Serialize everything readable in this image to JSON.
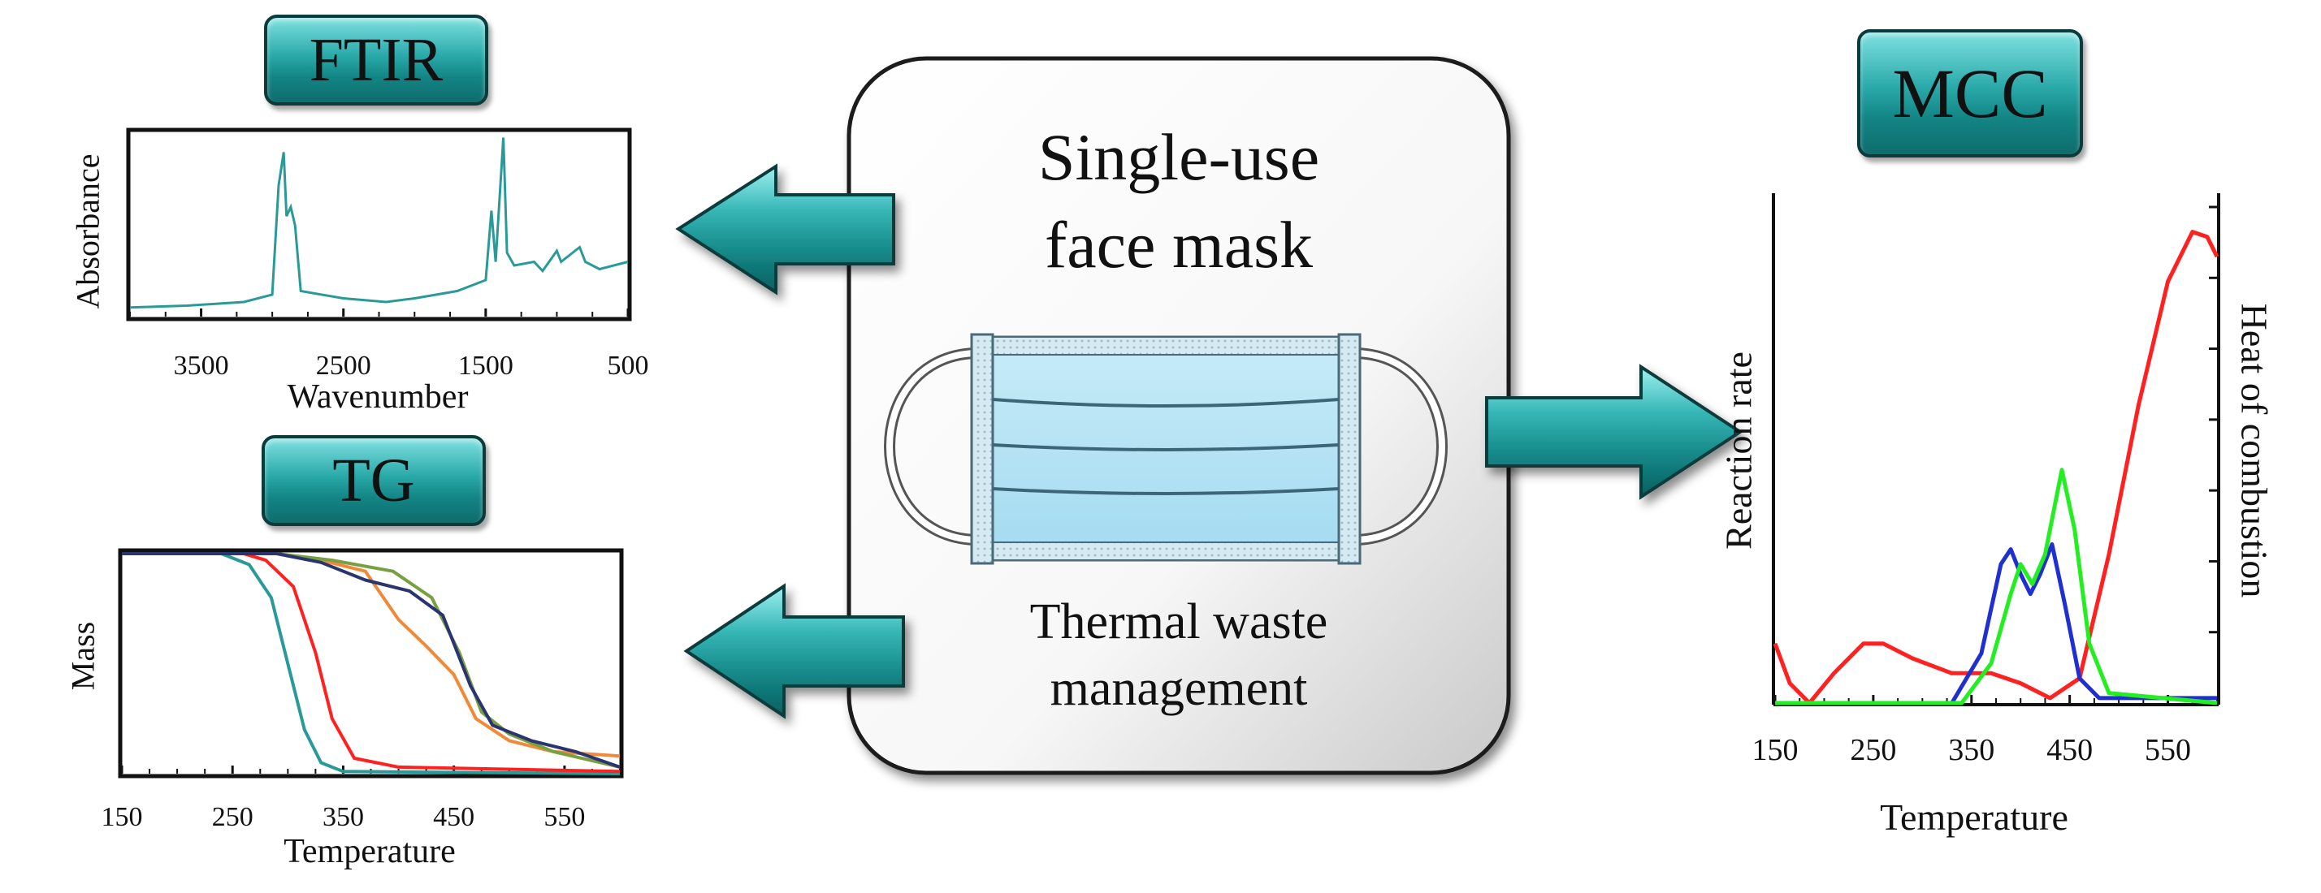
{
  "center": {
    "title_line1": "Single-use",
    "title_line2": "face mask",
    "subtitle_line1": "Thermal waste",
    "subtitle_line2": "management"
  },
  "panels": {
    "ftir": {
      "badge": "FTIR",
      "ylabel": "Absorbance",
      "xlabel": "Wavenumber",
      "ticks": [
        "3500",
        "2500",
        "1500",
        "500"
      ]
    },
    "tg": {
      "badge": "TG",
      "ylabel": "Mass",
      "xlabel": "Temperature",
      "ticks": [
        "150",
        "250",
        "350",
        "450",
        "550"
      ]
    },
    "mcc": {
      "badge": "MCC",
      "ylabel_left": "Reaction rate",
      "ylabel_right": "Heat of combustion",
      "xlabel": "Temperature",
      "ticks": [
        "150",
        "250",
        "350",
        "450",
        "550"
      ]
    }
  },
  "colors": {
    "teal": "#2a9a98",
    "red": "#ff2020",
    "blue": "#2030d0",
    "green": "#22ee22",
    "orange": "#f08a3a",
    "olive": "#78a040",
    "navy": "#2a3570",
    "badge_dark": "#0b3b3b"
  },
  "chart_data": [
    {
      "type": "line",
      "name": "FTIR",
      "xlabel": "Wavenumber",
      "ylabel": "Absorbance",
      "xlim": [
        4000,
        500
      ],
      "x_reversed": true,
      "xticks": [
        3500,
        2500,
        1500,
        500
      ],
      "series": [
        {
          "points": [
            [
              4000,
              0.05
            ],
            [
              3600,
              0.06
            ],
            [
              3200,
              0.08
            ],
            [
              3000,
              0.12
            ],
            [
              2955,
              0.72
            ],
            [
              2920,
              0.9
            ],
            [
              2900,
              0.55
            ],
            [
              2870,
              0.6
            ],
            [
              2840,
              0.5
            ],
            [
              2800,
              0.14
            ],
            [
              2500,
              0.1
            ],
            [
              2200,
              0.08
            ],
            [
              2000,
              0.1
            ],
            [
              1700,
              0.14
            ],
            [
              1500,
              0.2
            ],
            [
              1460,
              0.58
            ],
            [
              1430,
              0.3
            ],
            [
              1376,
              0.98
            ],
            [
              1350,
              0.35
            ],
            [
              1300,
              0.28
            ],
            [
              1160,
              0.3
            ],
            [
              1100,
              0.25
            ],
            [
              1000,
              0.36
            ],
            [
              970,
              0.3
            ],
            [
              840,
              0.38
            ],
            [
              800,
              0.3
            ],
            [
              700,
              0.26
            ],
            [
              500,
              0.3
            ]
          ]
        }
      ]
    },
    {
      "type": "line",
      "name": "TG",
      "xlabel": "Temperature",
      "ylabel": "Mass",
      "xlim": [
        150,
        600
      ],
      "ylim": [
        0,
        1
      ],
      "xticks": [
        150,
        250,
        350,
        450,
        550
      ],
      "series": [
        {
          "color": "teal",
          "points": [
            [
              150,
              1
            ],
            [
              240,
              1
            ],
            [
              265,
              0.95
            ],
            [
              285,
              0.8
            ],
            [
              300,
              0.5
            ],
            [
              315,
              0.2
            ],
            [
              330,
              0.05
            ],
            [
              350,
              0.01
            ],
            [
              600,
              0.0
            ]
          ]
        },
        {
          "color": "red",
          "points": [
            [
              150,
              1
            ],
            [
              260,
              1
            ],
            [
              280,
              0.97
            ],
            [
              305,
              0.85
            ],
            [
              325,
              0.55
            ],
            [
              340,
              0.25
            ],
            [
              360,
              0.07
            ],
            [
              400,
              0.03
            ],
            [
              600,
              0.01
            ]
          ]
        },
        {
          "color": "orange",
          "points": [
            [
              150,
              1
            ],
            [
              290,
              1
            ],
            [
              330,
              0.97
            ],
            [
              370,
              0.92
            ],
            [
              400,
              0.7
            ],
            [
              425,
              0.58
            ],
            [
              450,
              0.45
            ],
            [
              470,
              0.25
            ],
            [
              500,
              0.15
            ],
            [
              540,
              0.1
            ],
            [
              600,
              0.08
            ]
          ]
        },
        {
          "color": "olive",
          "points": [
            [
              150,
              1
            ],
            [
              290,
              1
            ],
            [
              340,
              0.97
            ],
            [
              395,
              0.92
            ],
            [
              430,
              0.8
            ],
            [
              455,
              0.55
            ],
            [
              475,
              0.28
            ],
            [
              500,
              0.18
            ],
            [
              540,
              0.1
            ],
            [
              600,
              0.03
            ]
          ]
        },
        {
          "color": "navy",
          "points": [
            [
              150,
              1
            ],
            [
              290,
              1
            ],
            [
              330,
              0.96
            ],
            [
              370,
              0.88
            ],
            [
              410,
              0.83
            ],
            [
              440,
              0.72
            ],
            [
              465,
              0.4
            ],
            [
              485,
              0.22
            ],
            [
              520,
              0.15
            ],
            [
              560,
              0.1
            ],
            [
              600,
              0.03
            ]
          ]
        }
      ]
    },
    {
      "type": "line",
      "name": "MCC",
      "xlabel": "Temperature",
      "ylabel": "Reaction rate",
      "ylabel_right": "Heat of combustion",
      "xlim": [
        150,
        600
      ],
      "ylim": [
        0,
        1
      ],
      "xticks": [
        150,
        250,
        350,
        450,
        550
      ],
      "series": [
        {
          "color": "red",
          "points": [
            [
              150,
              0.12
            ],
            [
              165,
              0.04
            ],
            [
              185,
              0.0
            ],
            [
              210,
              0.06
            ],
            [
              240,
              0.12
            ],
            [
              260,
              0.12
            ],
            [
              290,
              0.09
            ],
            [
              330,
              0.06
            ],
            [
              370,
              0.06
            ],
            [
              400,
              0.04
            ],
            [
              430,
              0.01
            ],
            [
              460,
              0.05
            ],
            [
              490,
              0.3
            ],
            [
              520,
              0.6
            ],
            [
              550,
              0.85
            ],
            [
              575,
              0.95
            ],
            [
              590,
              0.94
            ],
            [
              600,
              0.9
            ]
          ]
        },
        {
          "color": "blue",
          "points": [
            [
              150,
              0.0
            ],
            [
              330,
              0.0
            ],
            [
              360,
              0.1
            ],
            [
              380,
              0.28
            ],
            [
              390,
              0.31
            ],
            [
              400,
              0.26
            ],
            [
              410,
              0.22
            ],
            [
              420,
              0.26
            ],
            [
              432,
              0.32
            ],
            [
              445,
              0.2
            ],
            [
              460,
              0.05
            ],
            [
              480,
              0.01
            ],
            [
              600,
              0.01
            ]
          ]
        },
        {
          "color": "green",
          "points": [
            [
              150,
              0.0
            ],
            [
              340,
              0.0
            ],
            [
              370,
              0.08
            ],
            [
              390,
              0.22
            ],
            [
              400,
              0.28
            ],
            [
              412,
              0.24
            ],
            [
              425,
              0.3
            ],
            [
              442,
              0.47
            ],
            [
              455,
              0.35
            ],
            [
              470,
              0.12
            ],
            [
              490,
              0.02
            ],
            [
              600,
              0.0
            ]
          ]
        }
      ]
    }
  ]
}
